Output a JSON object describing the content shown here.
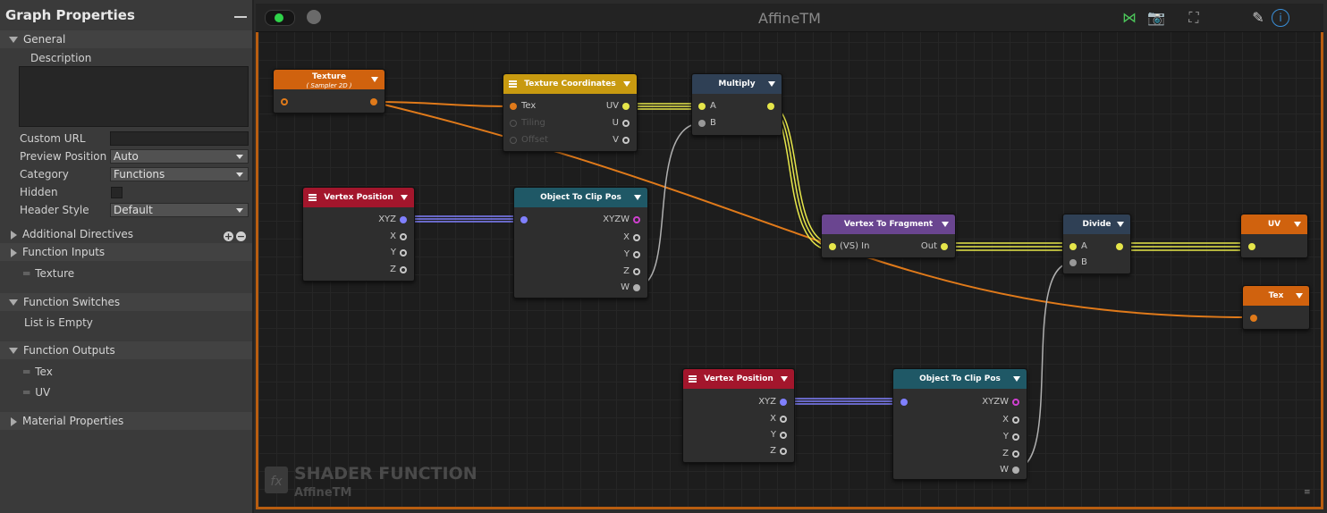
{
  "panel": {
    "title": "Graph Properties",
    "general": "General",
    "description_label": "Description",
    "custom_url_label": "Custom URL",
    "preview_position_label": "Preview Position",
    "preview_position_value": "Auto",
    "category_label": "Category",
    "category_value": "Functions",
    "hidden_label": "Hidden",
    "header_style_label": "Header Style",
    "header_style_value": "Default",
    "additional_directives": "Additional Directives",
    "function_inputs": "Function Inputs",
    "input_items": [
      "Texture"
    ],
    "function_switches": "Function Switches",
    "switches_empty": "List is Empty",
    "function_outputs": "Function Outputs",
    "output_items": [
      "Tex",
      "UV"
    ],
    "material_properties": "Material Properties"
  },
  "graph": {
    "title": "AffineTM",
    "watermark_title": "SHADER FUNCTION",
    "watermark_name": "AffineTM"
  },
  "nodes": {
    "texture": {
      "title": "Texture",
      "subtitle": "( Sampler 2D )"
    },
    "texcoords": {
      "title": "Texture Coordinates",
      "in_tex": "Tex",
      "in_tiling": "Tiling",
      "in_offset": "Offset",
      "out_uv": "UV",
      "out_u": "U",
      "out_v": "V"
    },
    "multiply": {
      "title": "Multiply",
      "a": "A",
      "b": "B"
    },
    "vertexpos1": {
      "title": "Vertex Position",
      "xyz": "XYZ",
      "x": "X",
      "y": "Y",
      "z": "Z"
    },
    "objclip1": {
      "title": "Object To Clip Pos",
      "xyzw": "XYZW",
      "x": "X",
      "y": "Y",
      "z": "Z",
      "w": "W"
    },
    "vtf": {
      "title": "Vertex To Fragment",
      "in": "(VS) In",
      "out": "Out"
    },
    "divide": {
      "title": "Divide",
      "a": "A",
      "b": "B"
    },
    "uv_out": {
      "title": "UV"
    },
    "tex_out": {
      "title": "Tex"
    },
    "vertexpos2": {
      "title": "Vertex Position",
      "xyz": "XYZ",
      "x": "X",
      "y": "Y",
      "z": "Z"
    },
    "objclip2": {
      "title": "Object To Clip Pos",
      "xyzw": "XYZW",
      "x": "X",
      "y": "Y",
      "z": "Z",
      "w": "W"
    }
  },
  "colors": {
    "orange": "#d0620e",
    "yellow_header": "#c89a10",
    "dark_blue": "#2f4055",
    "red": "#a3162c",
    "teal": "#1f5866",
    "purple": "#6a4590",
    "wire_yellow": "#e6e64a",
    "wire_orange": "#e07a1a",
    "wire_blue": "#8080ff",
    "wire_gray": "#b0b0b0"
  },
  "icons": [
    "share-icon",
    "camera-icon",
    "focus-icon",
    "clean-brush-icon",
    "info-icon"
  ]
}
